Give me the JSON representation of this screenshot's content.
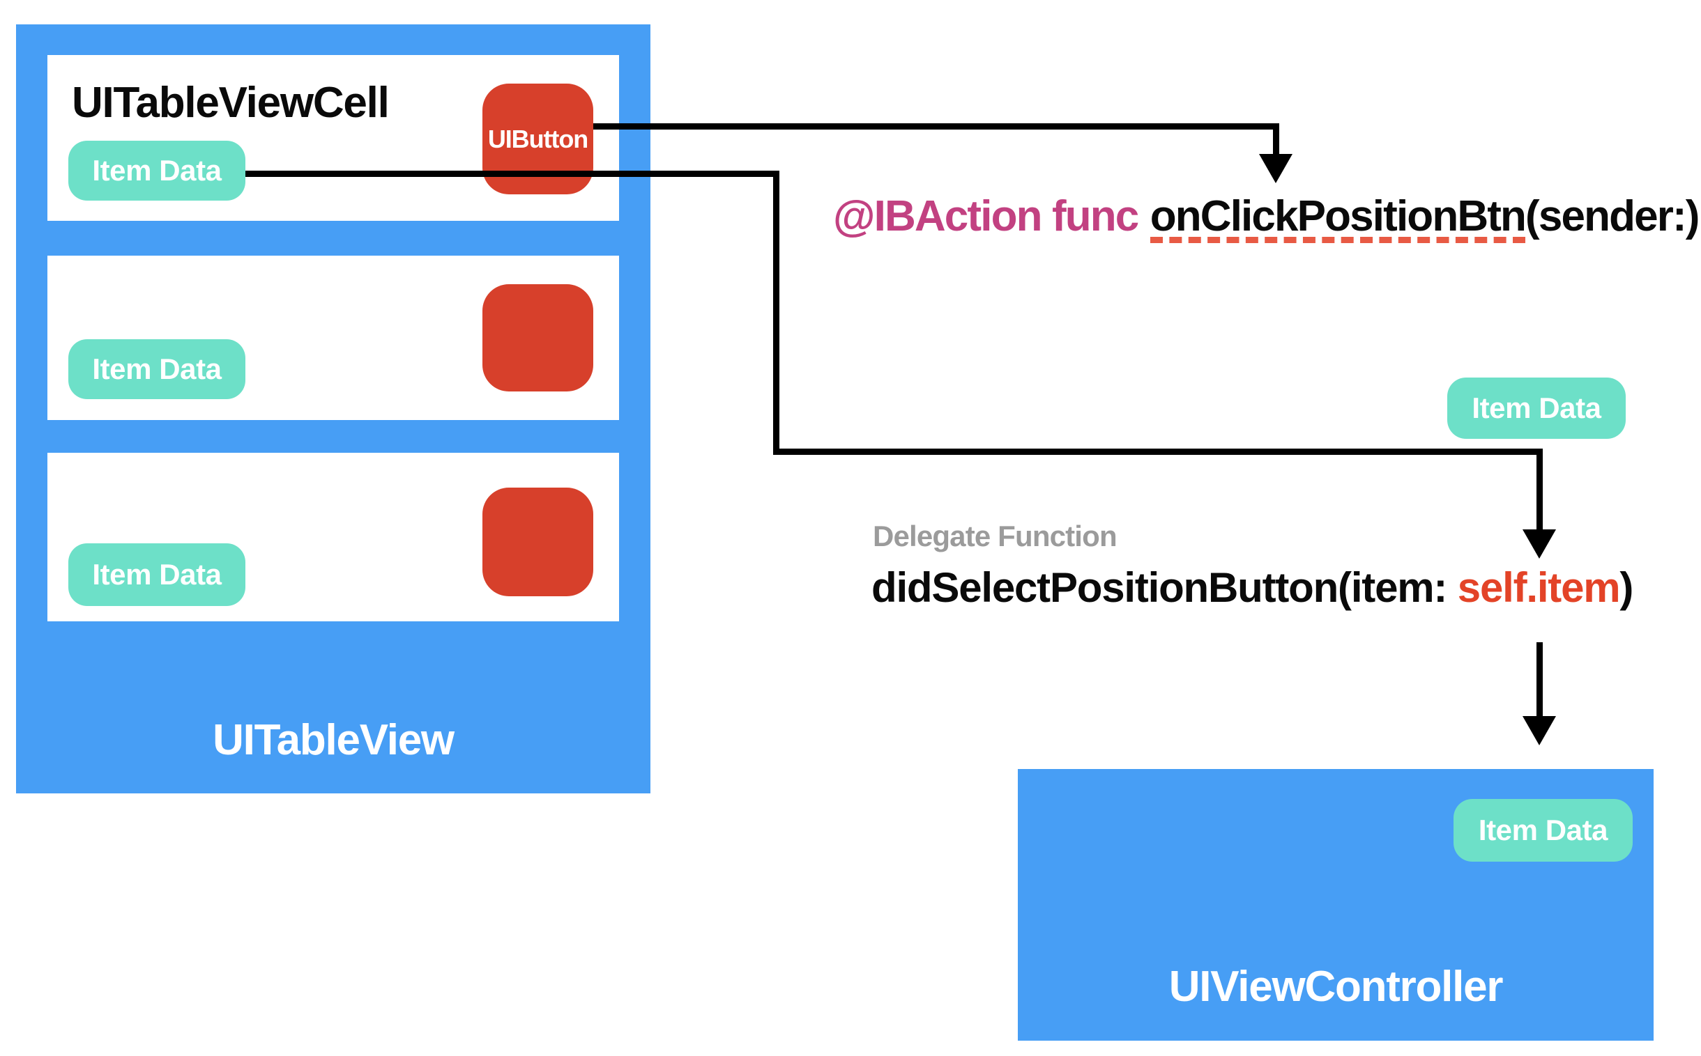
{
  "table_view": {
    "title": "UITableView",
    "cells": [
      {
        "name": "UITableViewCell",
        "item_badge": "Item Data",
        "button": "UIButton"
      },
      {
        "item_badge": "Item Data"
      },
      {
        "item_badge": "Item Data"
      }
    ]
  },
  "action_code": {
    "keyword": "@IBAction func",
    "function_name": "onClickPositionBtn",
    "params": "(sender:)"
  },
  "data_flow": {
    "item_badge": "Item Data"
  },
  "delegate_code": {
    "caption": "Delegate Function",
    "call_prefix": "didSelectPositionButton(item:",
    "highlighted_arg": "self.item",
    "call_suffix": ")"
  },
  "view_controller": {
    "title": "UIViewController",
    "item_badge": "Item Data"
  },
  "colors": {
    "container_blue": "#479EF5",
    "badge_teal": "#6DE0C8",
    "button_red": "#D7402B",
    "keyword_pink": "#C24181",
    "code_red": "#E34327",
    "underline_red": "#E85A44",
    "caption_gray": "#9B9B9B",
    "arrow_black": "#000000"
  }
}
